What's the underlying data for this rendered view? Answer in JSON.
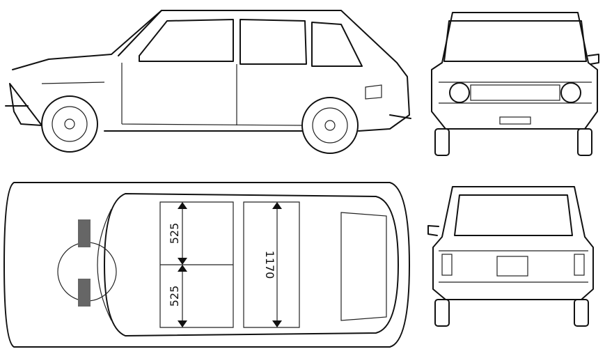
{
  "drawing": {
    "views": [
      "side",
      "front",
      "top",
      "rear"
    ],
    "dimensions": {
      "front_seat_depth": "525",
      "rear_seat_depth": "525",
      "interior_length": "1170"
    },
    "colors": {
      "line": "#111111",
      "background": "#ffffff"
    }
  }
}
